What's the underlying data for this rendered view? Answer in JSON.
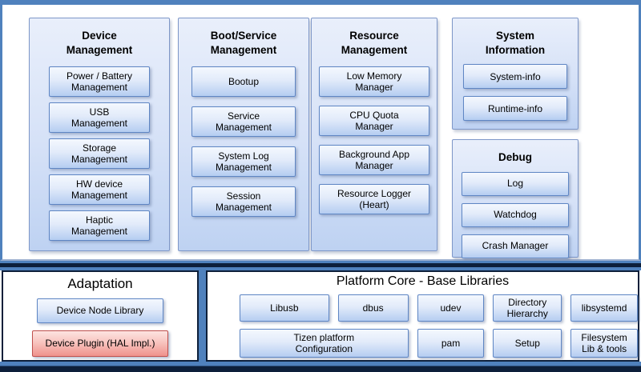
{
  "colors": {
    "accent_blue": "#4f81bd",
    "navy": "#0d1f3a",
    "box_fill_light": "#e2ebfa",
    "box_fill_deep": "#b5cdf1",
    "box_border": "#5f86c4",
    "hal_red_fill": "#ef928c",
    "hal_red_border": "#c0504d"
  },
  "top_panel": {
    "groups": [
      {
        "title": "Device Management",
        "items": [
          "Power / Battery Management",
          "USB Management",
          "Storage Management",
          "HW device Management",
          "Haptic Management"
        ]
      },
      {
        "title": "Boot/Service Management",
        "items": [
          "Bootup",
          "Service Management",
          "System Log Management",
          "Session Management"
        ]
      },
      {
        "title": "Resource Management",
        "items": [
          "Low Memory Manager",
          "CPU Quota Manager",
          "Background App Manager",
          "Resource Logger (Heart)"
        ]
      },
      {
        "title": "System Information",
        "items": [
          "System-info",
          "Runtime-info"
        ]
      },
      {
        "title": "Debug",
        "items": [
          "Log",
          "Watchdog",
          "Crash Manager"
        ]
      }
    ]
  },
  "bottom_panels": {
    "adaptation": {
      "title": "Adaptation",
      "items": [
        {
          "label": "Device Node Library",
          "variant": "blue"
        },
        {
          "label": "Device Plugin (HAL Impl.)",
          "variant": "red"
        }
      ]
    },
    "platform_core": {
      "title": "Platform Core - Base Libraries",
      "rows": [
        [
          "Libusb",
          "dbus",
          "udev",
          "Directory Hierarchy",
          "libsystemd"
        ],
        [
          "Tizen platform Configuration",
          "pam",
          "Setup",
          "Filesystem Lib & tools"
        ]
      ]
    }
  }
}
